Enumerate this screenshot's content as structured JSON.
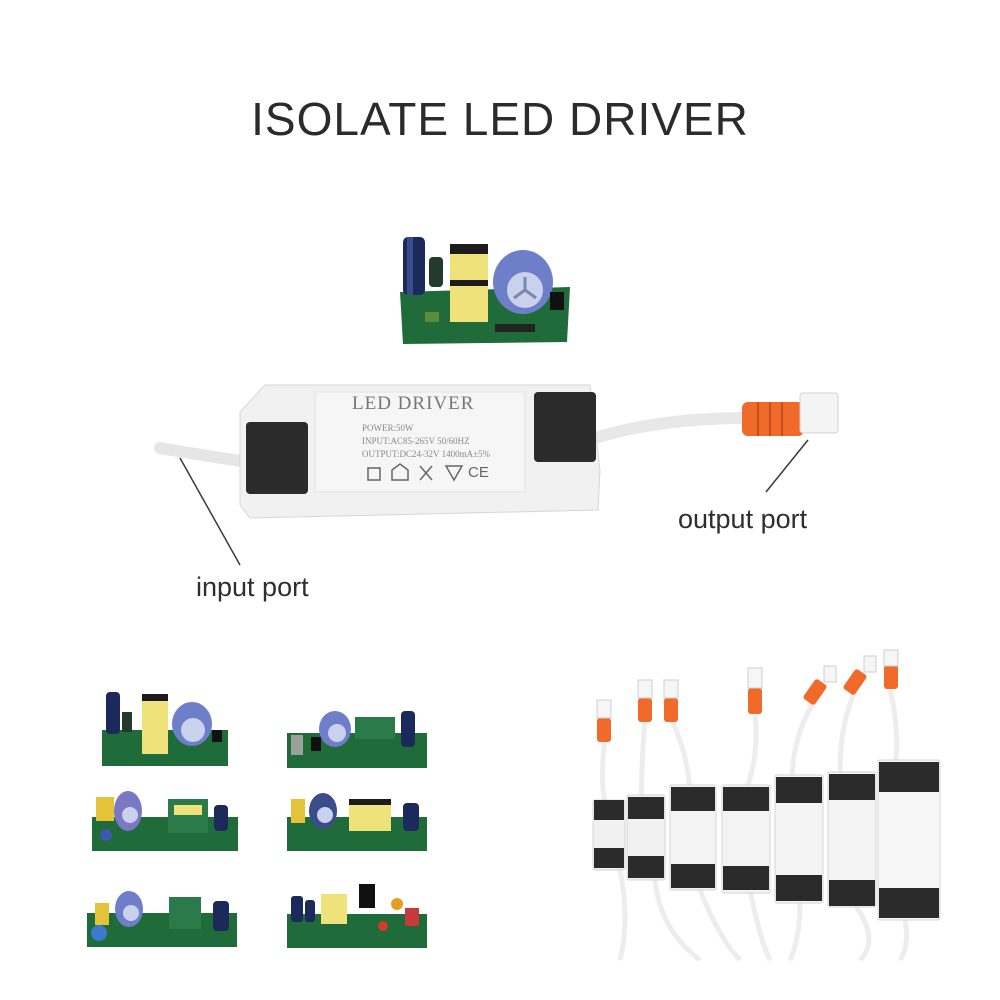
{
  "page": {
    "title": "ISOLATE LED DRIVER"
  },
  "driver_label": {
    "brand": "LED DRIVER",
    "power": "POWER:50W",
    "input": "INPUT:AC85-265V 50/60HZ",
    "output": "OUTPUT:DC24-32V 1400mA±5%",
    "ce_mark": "CE"
  },
  "callouts": {
    "input_port": "input port",
    "output_port": "output port"
  },
  "colors": {
    "pcb_green": "#1f6b3a",
    "transformer_yellow": "#efe27a",
    "capacitor_blue": "#6e7ec8",
    "plug_orange": "#f06a2a",
    "cap_black": "#2b2b2b",
    "case_white": "#f1f1f1"
  }
}
